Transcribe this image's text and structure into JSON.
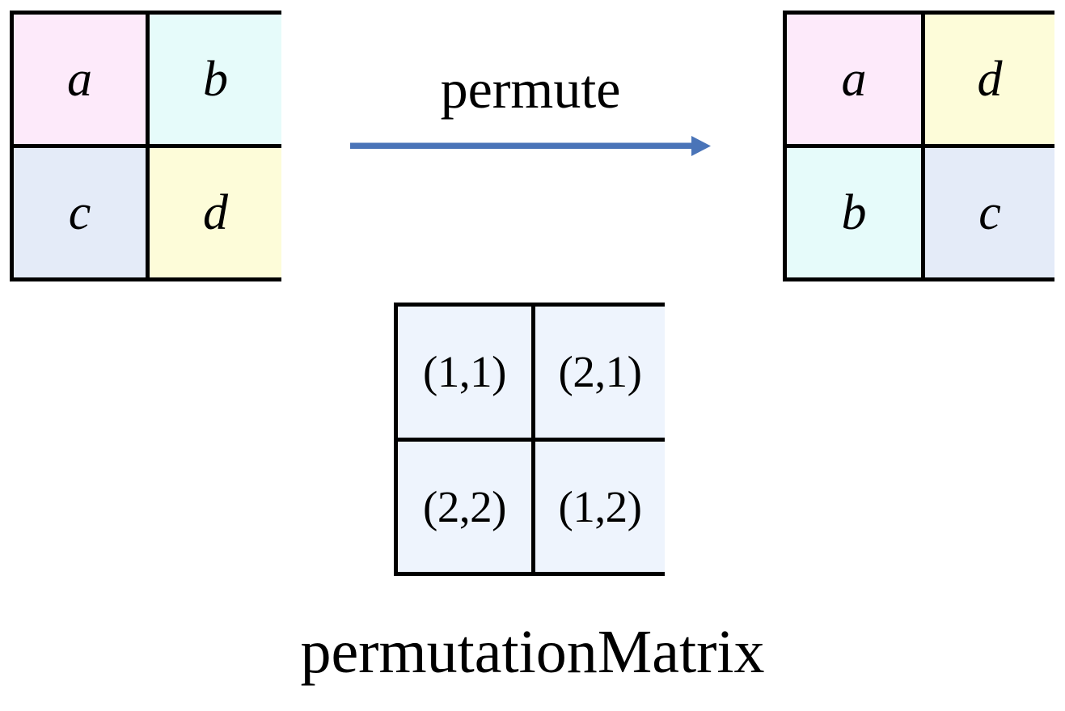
{
  "diagram": {
    "title_label": "permutationMatrix",
    "operation_label": "permute",
    "arrow_icon": "right-arrow-icon",
    "colors": {
      "pink": "#fdeafa",
      "cyan": "#e6fbfa",
      "blue": "#e4ebf8",
      "yellow": "#fdfcd9",
      "permutation_cell": "#eef4fd",
      "border": "#000000",
      "arrow": "#4a74b8",
      "background": "#ffffff"
    }
  },
  "source_matrix": {
    "name": "source-matrix",
    "rows": 2,
    "cols": 2,
    "cells": [
      {
        "label": "a",
        "color": "#fdeafa",
        "row": 1,
        "col": 1
      },
      {
        "label": "b",
        "color": "#e6fbfa",
        "row": 1,
        "col": 2
      },
      {
        "label": "c",
        "color": "#e4ebf8",
        "row": 2,
        "col": 1
      },
      {
        "label": "d",
        "color": "#fdfcd9",
        "row": 2,
        "col": 2
      }
    ]
  },
  "permuted_matrix": {
    "name": "permuted-matrix",
    "rows": 2,
    "cols": 2,
    "cells": [
      {
        "label": "a",
        "color": "#fdeafa",
        "row": 1,
        "col": 1
      },
      {
        "label": "d",
        "color": "#fdfcd9",
        "row": 1,
        "col": 2
      },
      {
        "label": "b",
        "color": "#e6fbfa",
        "row": 2,
        "col": 1
      },
      {
        "label": "c",
        "color": "#e4ebf8",
        "row": 2,
        "col": 2
      }
    ]
  },
  "permutation_matrix": {
    "name": "permutation-matrix",
    "rows": 2,
    "cols": 2,
    "cells": [
      {
        "label": "(1,1)",
        "color": "#eef4fd",
        "row": 1,
        "col": 1
      },
      {
        "label": "(2,1)",
        "color": "#eef4fd",
        "row": 1,
        "col": 2
      },
      {
        "label": "(2,2)",
        "color": "#eef4fd",
        "row": 2,
        "col": 1
      },
      {
        "label": "(1,2)",
        "color": "#eef4fd",
        "row": 2,
        "col": 2
      }
    ]
  }
}
